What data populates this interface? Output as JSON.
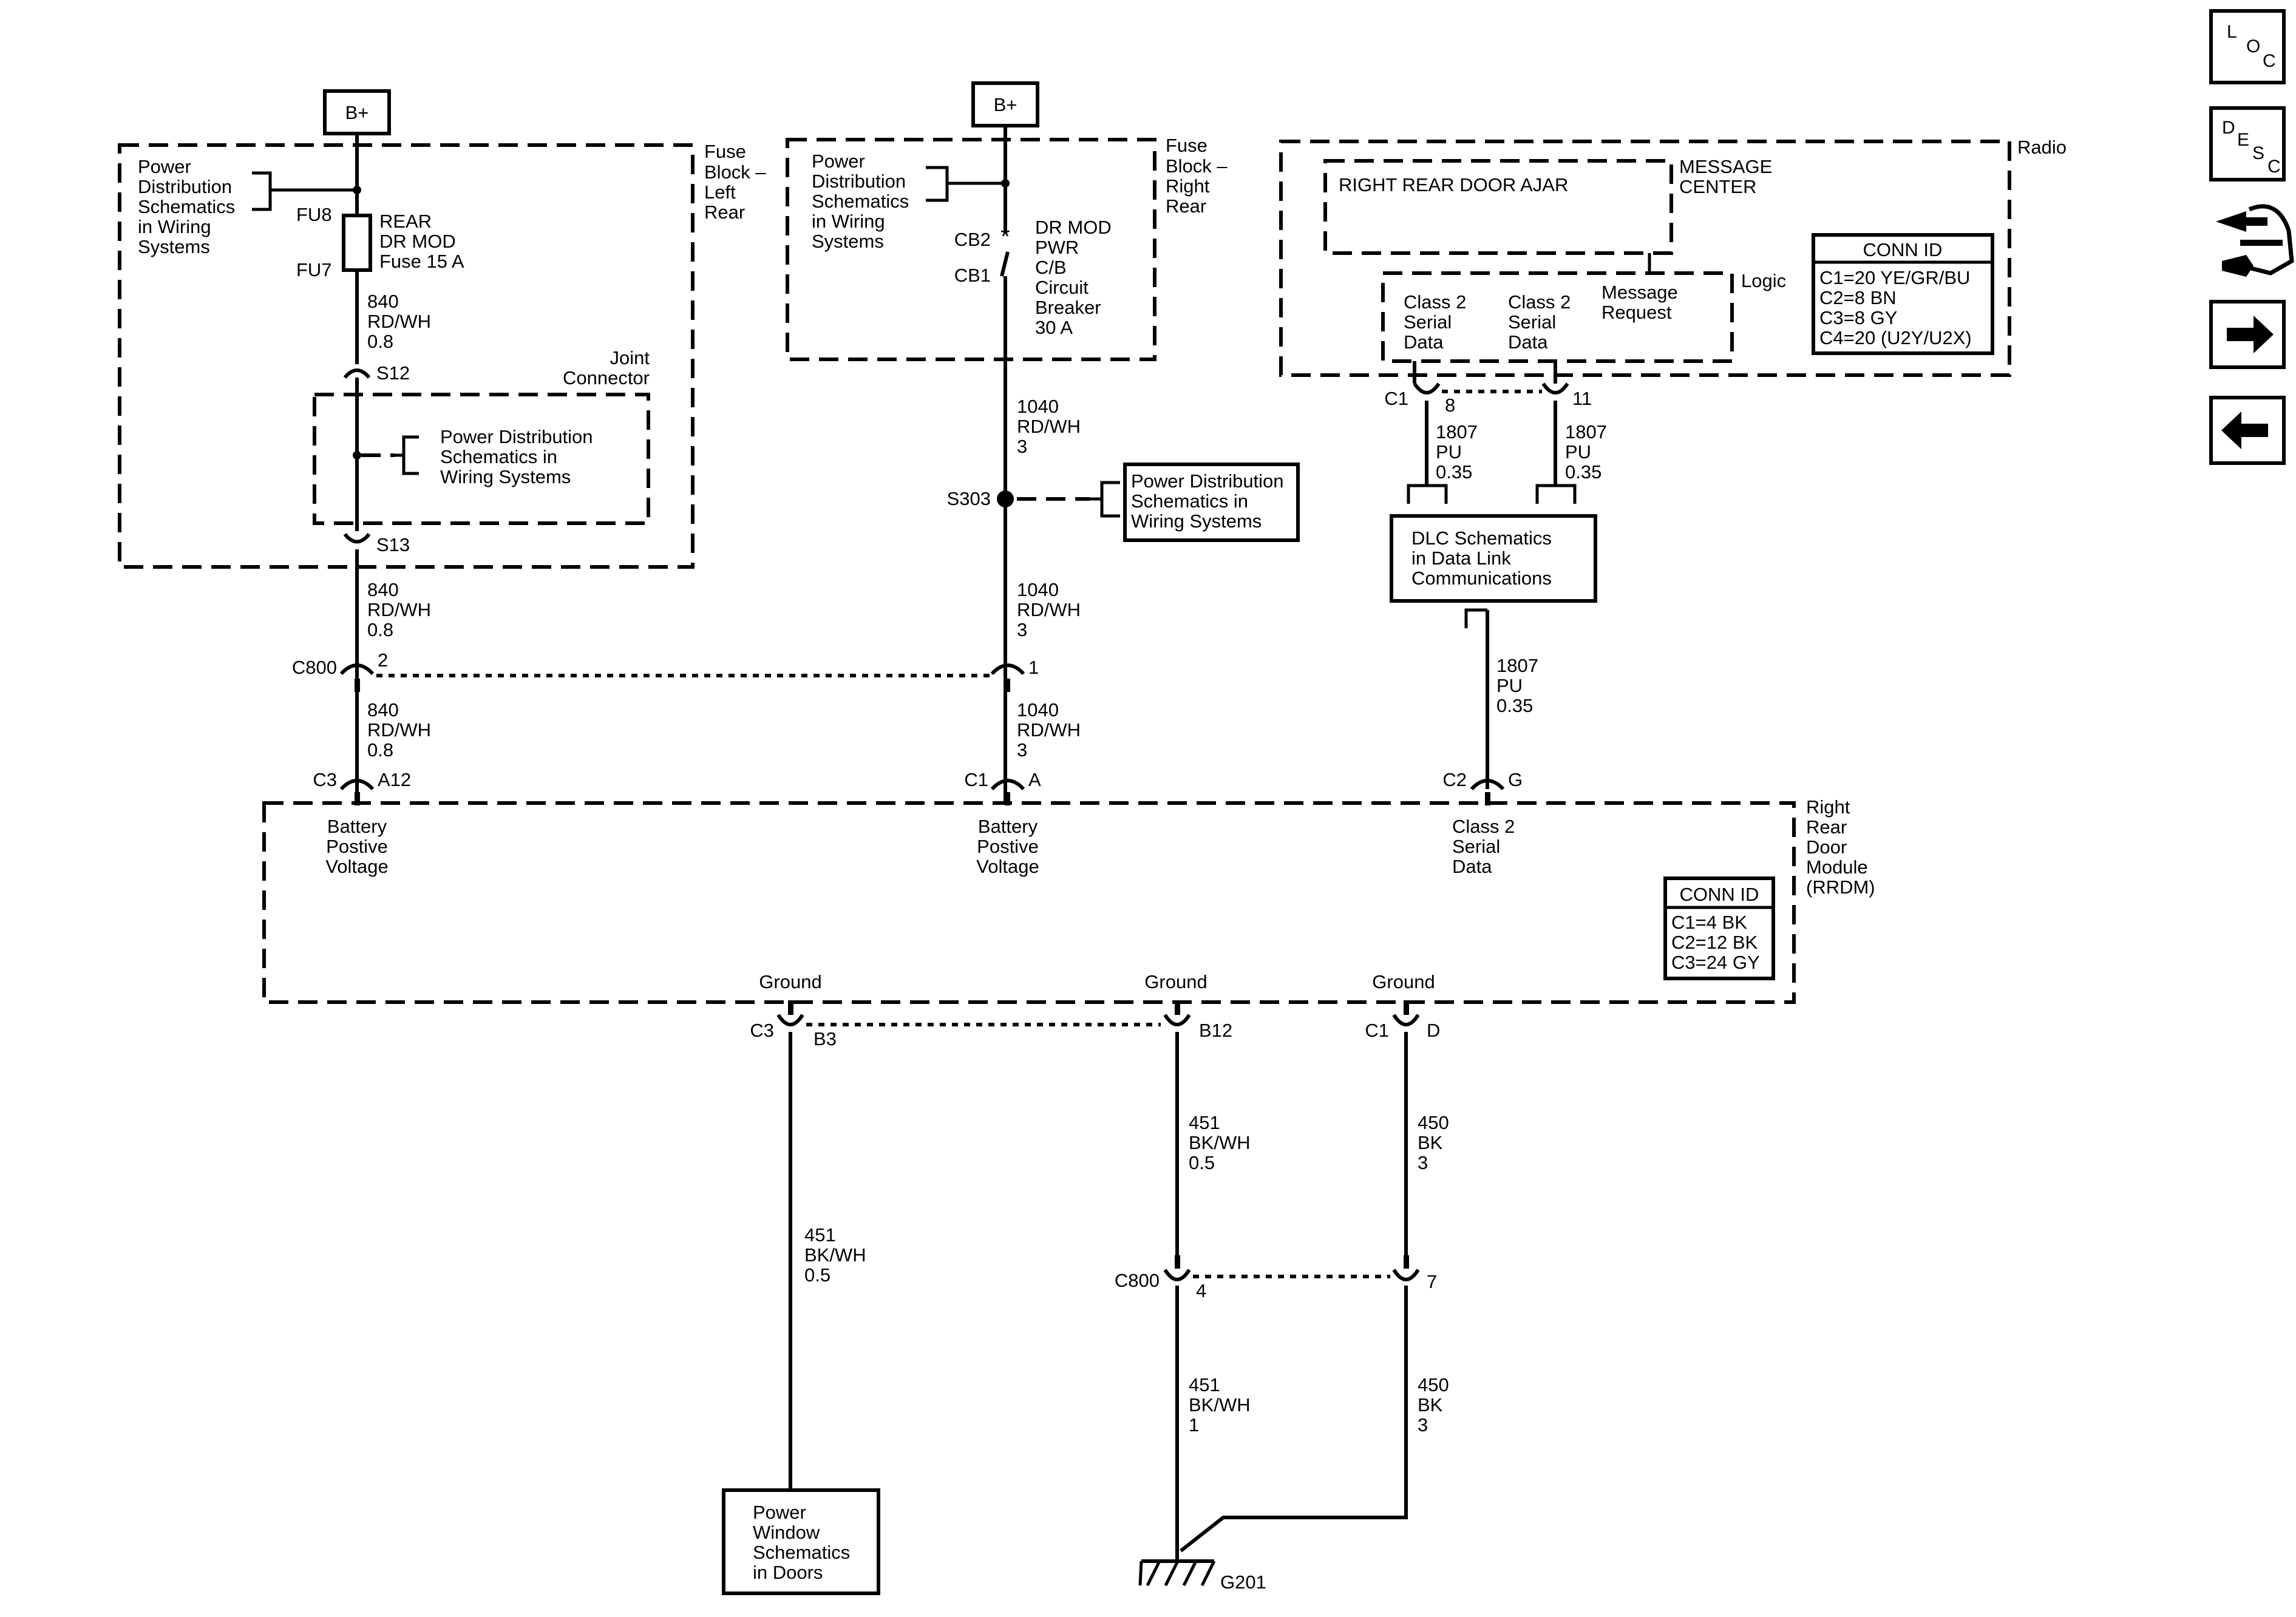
{
  "supply": {
    "left": "B+",
    "right": "B+"
  },
  "fuse_block_left": {
    "label": [
      "Fuse",
      "Block –",
      "Left",
      "Rear"
    ],
    "pds": [
      "Power",
      "Distribution",
      "Schematics",
      "in Wiring",
      "Systems"
    ],
    "fu8": "FU8",
    "fu7": "FU7",
    "fuse_name": [
      "REAR",
      "DR MOD",
      "Fuse 15 A"
    ]
  },
  "joint_connector": {
    "label": [
      "Joint",
      "Connector"
    ],
    "s12": "S12",
    "s13": "S13",
    "pds": [
      "Power Distribution",
      "Schematics in",
      "Wiring Systems"
    ]
  },
  "fuse_block_right": {
    "label": [
      "Fuse",
      "Block –",
      "Right",
      "Rear"
    ],
    "pds": [
      "Power",
      "Distribution",
      "Schematics",
      "in Wiring",
      "Systems"
    ],
    "cb2": "CB2",
    "cb1": "CB1",
    "breaker_name": [
      "DR MOD",
      "PWR",
      "C/B",
      "Circuit",
      "Breaker",
      "30 A"
    ]
  },
  "s303": {
    "label": "S303",
    "pds": [
      "Power Distribution",
      "Schematics in",
      "Wiring Systems"
    ]
  },
  "radio": {
    "label": "Radio",
    "message_text": "RIGHT REAR DOOR AJAR",
    "message_center": [
      "MESSAGE",
      "CENTER"
    ],
    "logic": "Logic",
    "class2_a": [
      "Class 2",
      "Serial",
      "Data"
    ],
    "class2_b": [
      "Class 2",
      "Serial",
      "Data"
    ],
    "msg_request": [
      "Message",
      "Request"
    ],
    "conn_id_title": "CONN ID",
    "conn_ids": [
      "C1=20 YE/GR/BU",
      "C2=8 BN",
      "C3=8 GY",
      "C4=20 (U2Y/U2X)"
    ],
    "c1": "C1",
    "pin8": "8",
    "pin11": "11"
  },
  "dlc": {
    "text": [
      "DLC Schematics",
      "in Data Link",
      "Communications"
    ]
  },
  "wires": {
    "w840_a": [
      "840",
      "RD/WH",
      "0.8"
    ],
    "w840_b": [
      "840",
      "RD/WH",
      "0.8"
    ],
    "w840_c": [
      "840",
      "RD/WH",
      "0.8"
    ],
    "w1040_a": [
      "1040",
      "RD/WH",
      "3"
    ],
    "w1040_b": [
      "1040",
      "RD/WH",
      "3"
    ],
    "w1040_c": [
      "1040",
      "RD/WH",
      "3"
    ],
    "w1807_a": [
      "1807",
      "PU",
      "0.35"
    ],
    "w1807_b": [
      "1807",
      "PU",
      "0.35"
    ],
    "w1807_c": [
      "1807",
      "PU",
      "0.35"
    ],
    "w451_a": [
      "451",
      "BK/WH",
      "0.5"
    ],
    "w451_b": [
      "451",
      "BK/WH",
      "0.5"
    ],
    "w451_c": [
      "451",
      "BK/WH",
      "1"
    ],
    "w450_a": [
      "450",
      "BK",
      "3"
    ],
    "w450_b": [
      "450",
      "BK",
      "3"
    ]
  },
  "c800_top": {
    "name": "C800",
    "pin_left": "2",
    "pin_right": "1"
  },
  "module_conn": {
    "c3": "C3",
    "a12": "A12",
    "c1": "C1",
    "a": "A",
    "c2": "C2",
    "g": "G"
  },
  "rrdm": {
    "label": [
      "Right",
      "Rear",
      "Door",
      "Module",
      "(RRDM)"
    ],
    "batt1": [
      "Battery",
      "Postive",
      "Voltage"
    ],
    "batt2": [
      "Battery",
      "Postive",
      "Voltage"
    ],
    "class2": [
      "Class 2",
      "Serial",
      "Data"
    ],
    "conn_id_title": "CONN ID",
    "conn_ids": [
      "C1=4 BK",
      "C2=12 BK",
      "C3=24 GY"
    ],
    "ground1": "Ground",
    "ground2": "Ground",
    "ground3": "Ground"
  },
  "ground_conn": {
    "c3": "C3",
    "b3": "B3",
    "b12": "B12",
    "c1": "C1",
    "d": "D"
  },
  "c800_bottom": {
    "name": "C800",
    "pin_left": "4",
    "pin_right": "7"
  },
  "power_window": [
    "Power",
    "Window",
    "Schematics",
    "in Doors"
  ],
  "ground_point": "G201",
  "nav": {
    "loc": [
      "L",
      "O",
      "C"
    ],
    "desc": [
      "D",
      "E",
      "S",
      "C"
    ]
  }
}
